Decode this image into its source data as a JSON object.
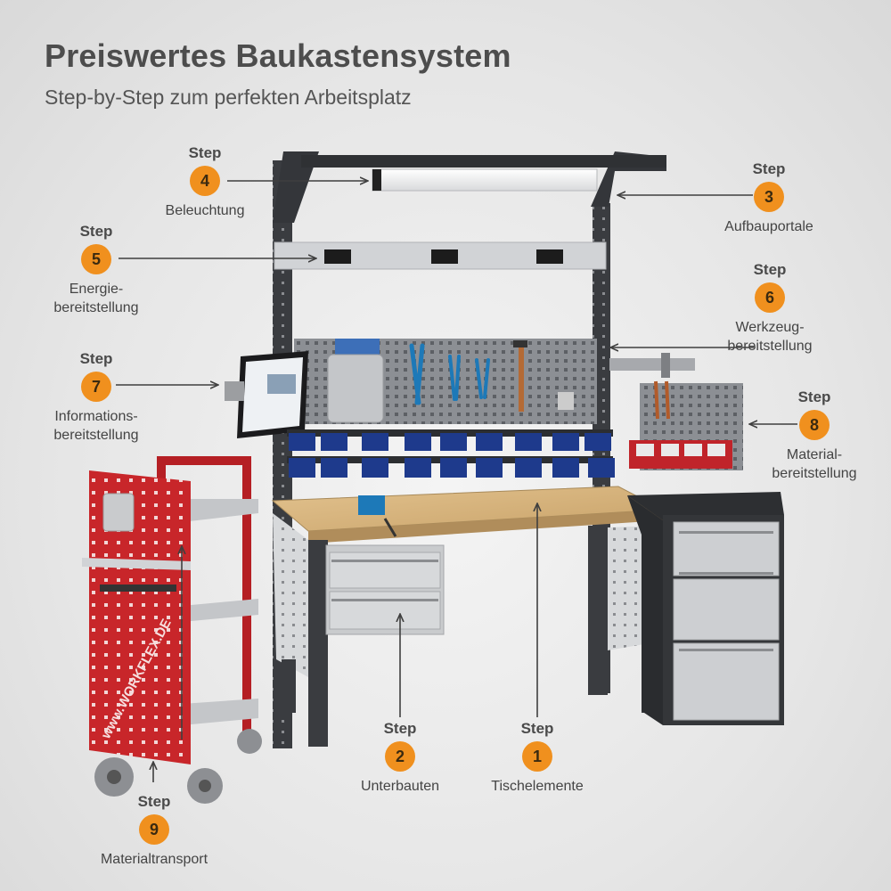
{
  "header": {
    "title": "Preiswertes Baukastensystem",
    "subtitle": "Step-by-Step zum perfekten Arbeitsplatz"
  },
  "step_word": "Step",
  "steps": [
    {
      "number": "1",
      "label": "Tischelemente"
    },
    {
      "number": "2",
      "label": "Unterbauten"
    },
    {
      "number": "3",
      "label": "Aufbauportale"
    },
    {
      "number": "4",
      "label": "Beleuchtung"
    },
    {
      "number": "5",
      "label_line1": "Energie-",
      "label_line2": "bereitstellung"
    },
    {
      "number": "6",
      "label_line1": "Werkzeug-",
      "label_line2": "bereitstellung"
    },
    {
      "number": "7",
      "label_line1": "Informations-",
      "label_line2": "bereitstellung"
    },
    {
      "number": "8",
      "label_line1": "Material-",
      "label_line2": "bereitstellung"
    },
    {
      "number": "9",
      "label": "Materialtransport"
    }
  ],
  "cart_brand": "www.WORKFLEX.DE",
  "colors": {
    "badge": "#f0901e",
    "frame": "#3a3c40",
    "cart_red": "#c8262a",
    "bin_blue": "#1e3a8c",
    "bin_red": "#c0242a",
    "wood_top": "#d4b07a",
    "drawer_grey": "#c9cbcd"
  }
}
